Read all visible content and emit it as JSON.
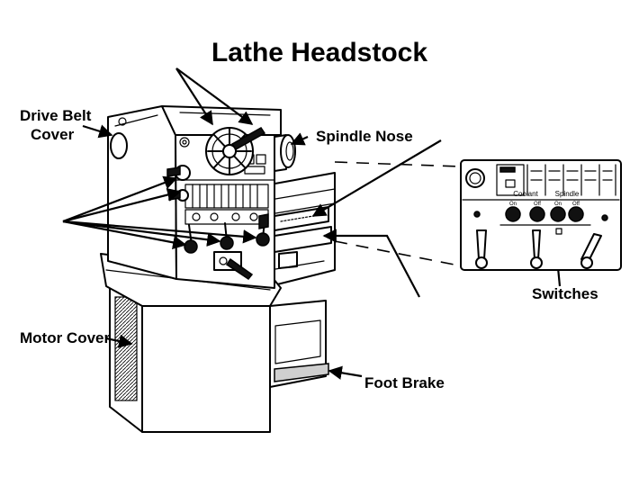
{
  "title": "Lathe Headstock",
  "labels": {
    "drive_belt_cover_line1": "Drive Belt",
    "drive_belt_cover_line2": "Cover",
    "spindle_nose": "Spindle Nose",
    "motor_cover": "Motor Cover",
    "foot_brake": "Foot Brake",
    "switches": "Switches"
  },
  "inset_panel": {
    "coolant": "Coolant",
    "spindle": "Spindle",
    "coolant_on": "On",
    "coolant_off": "Off",
    "spindle_on": "On",
    "spindle_off": "Off"
  }
}
